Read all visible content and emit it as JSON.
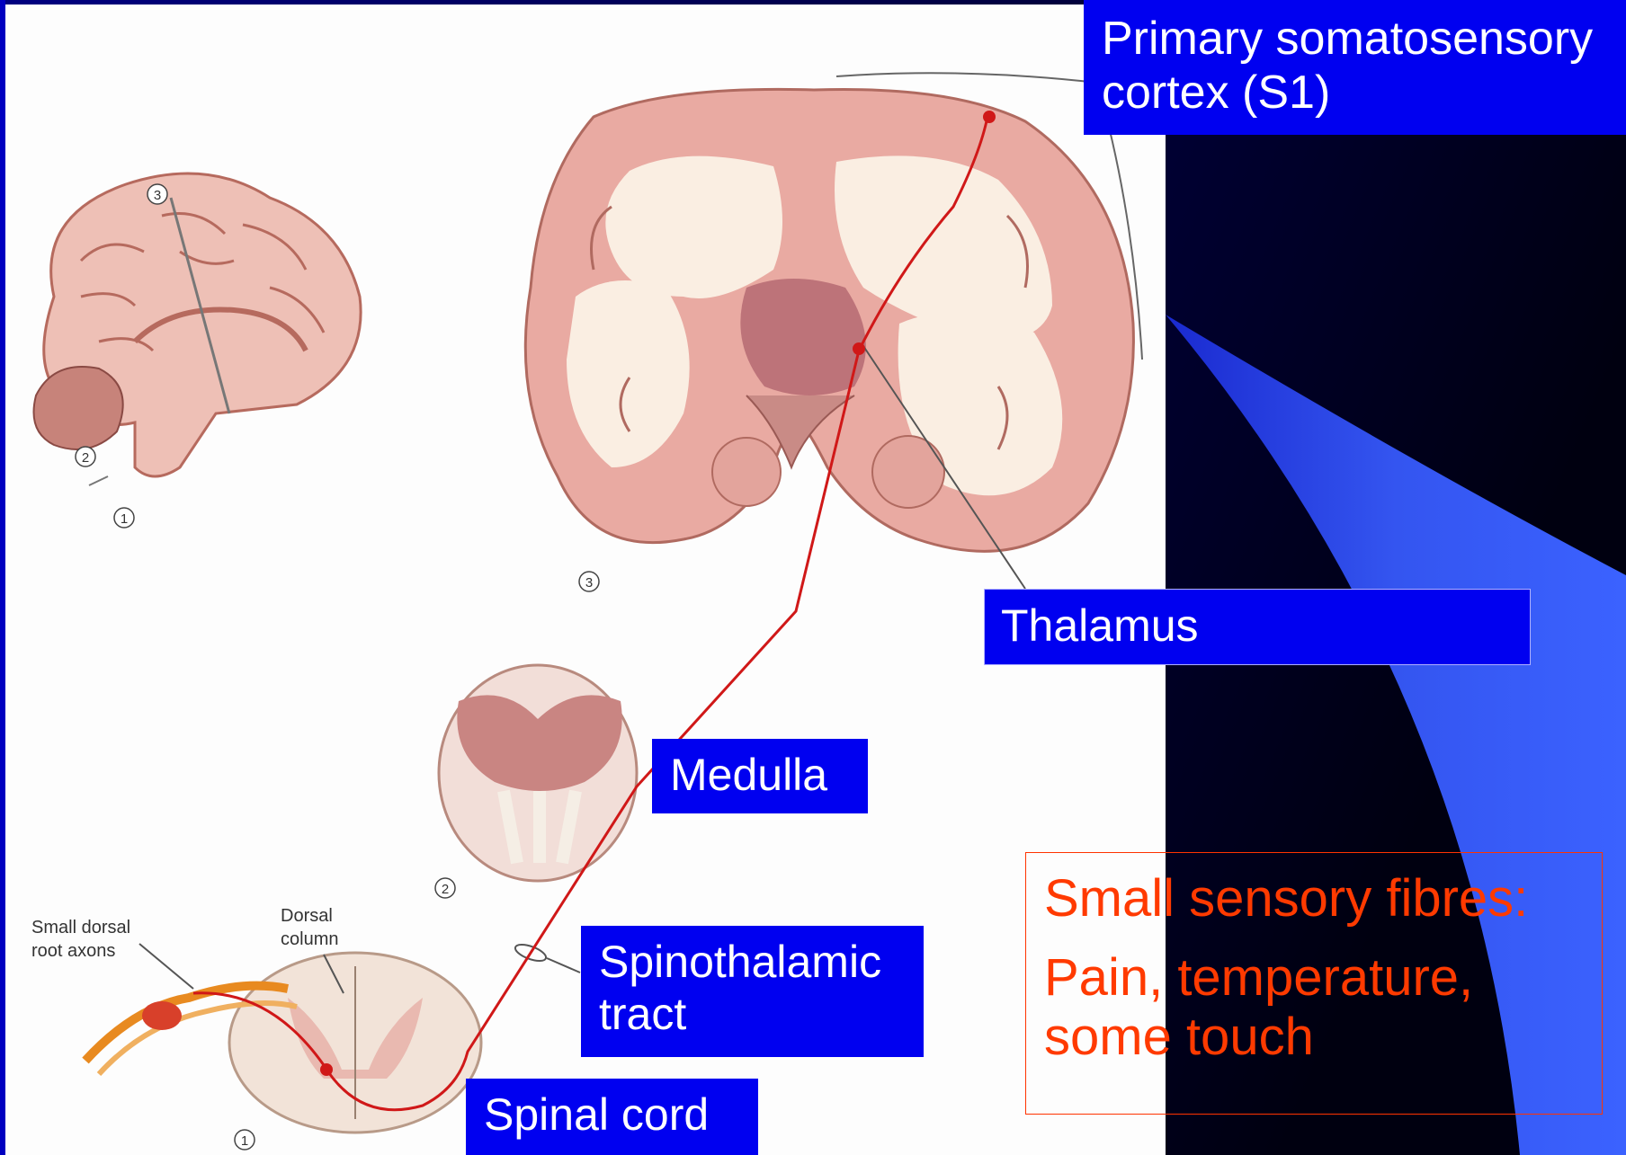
{
  "labels": {
    "s1": "Primary somatosensory cortex (S1)",
    "thalamus": "Thalamus",
    "medulla": "Medulla",
    "spinothalamic": "Spinothalamic tract",
    "spinal_cord": "Spinal cord"
  },
  "figure_text": {
    "marker_1": "1",
    "marker_2": "2",
    "marker_3": "3",
    "small_dorsal_line1": "Small dorsal",
    "small_dorsal_line2": "root axons",
    "dorsal_line1": "Dorsal",
    "dorsal_line2": "column"
  },
  "note": {
    "heading": "Small sensory fibres:",
    "line1": "Pain, temperature,",
    "line2": "some touch"
  },
  "colors": {
    "label_fill": "#0000f0",
    "note_text": "#ff3a00",
    "slide_bg": "#000066",
    "pathway": "#d01818"
  }
}
